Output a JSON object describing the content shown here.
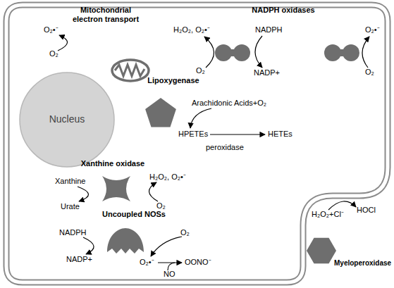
{
  "diagram": {
    "nodes": [
      {
        "text": [
          "Mitochondrial electron transport"
        ]
      },
      {
        "text": [
          "NADPH oxidases"
        ]
      },
      {
        "text": [
          "Lipoxygenase"
        ]
      },
      {
        "text": [
          "Nucleus"
        ]
      },
      {
        "text": [
          "Xanthine oxidase"
        ]
      },
      {
        "text": [
          "Uncoupled NOSs"
        ]
      },
      {
        "text": [
          "Myeloperoxidase"
        ]
      }
    ],
    "labels": [
      "O₂•⁻",
      "O₂",
      "H₂O₂, O₂•⁻",
      "NADPH",
      "O₂•⁻",
      "O₂",
      "NADP+",
      "O₂",
      "Arachidonic Acids+O₂",
      "HPETEs",
      "HETEs",
      "peroxidase",
      "Xanthine",
      "H₂O₂, O₂•⁻",
      "Urate",
      "O₂",
      "NADPH",
      "O₂",
      "NADP+",
      "O₂•⁻",
      "OONO⁻",
      "NO",
      "H₂O₂+Cl⁻",
      "HOCl"
    ]
  }
}
